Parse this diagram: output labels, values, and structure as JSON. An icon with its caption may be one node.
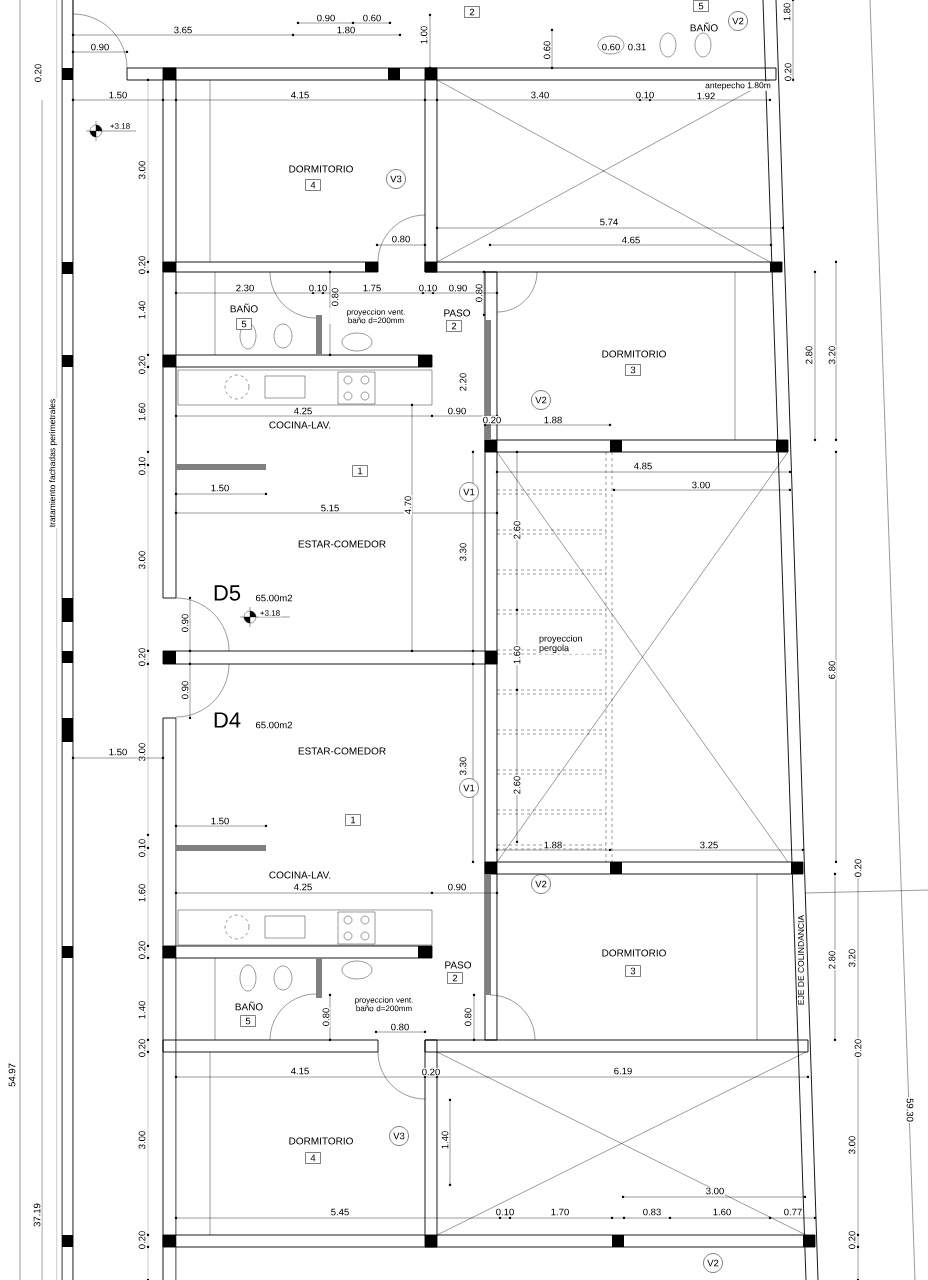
{
  "diagram": {
    "nodes": [
      {
        "text": [
          "2"
        ]
      },
      {
        "text": [
          "5"
        ]
      },
      {
        "text": [
          "V2"
        ]
      },
      {
        "text": [
          "V3"
        ]
      },
      {
        "text": [
          "4"
        ]
      },
      {
        "text": [
          "5"
        ]
      },
      {
        "text": [
          "2"
        ]
      },
      {
        "text": [
          "3"
        ]
      },
      {
        "text": [
          "V2"
        ]
      },
      {
        "text": [
          "1"
        ]
      },
      {
        "text": [
          "V1"
        ]
      },
      {
        "text": [
          "V1"
        ]
      },
      {
        "text": [
          "1"
        ]
      },
      {
        "text": [
          "V2"
        ]
      },
      {
        "text": [
          "3"
        ]
      },
      {
        "text": [
          "2"
        ]
      },
      {
        "text": [
          "5"
        ]
      },
      {
        "text": [
          "V3"
        ]
      },
      {
        "text": [
          "4"
        ]
      },
      {
        "text": [
          "V2"
        ]
      }
    ],
    "labels": [
      "0.90",
      "0.60",
      "3.65",
      "1.80",
      "1.00",
      "0.90",
      "0.60",
      "0.31",
      "0.60",
      "1.80",
      "BAÑO",
      "0.20",
      "0.20",
      "antepecho 1.80m",
      "1.50",
      "4.15",
      "3.40",
      "0.10",
      "1.92",
      "+3.18",
      "3.00",
      "DORMITORIO",
      "5.74",
      "0.80",
      "4.65",
      "0.20",
      "2.30",
      "0.10",
      "0.80",
      "1.75",
      "0.10",
      "0.90",
      "0.80",
      "BAÑO",
      "1.40",
      "proyeccion vent. baño d=200mm",
      "PASO",
      "DORMITORIO",
      "2.80",
      "3.20",
      "0.20",
      "2.20",
      "1.60",
      "4.25",
      "0.90",
      "0.20",
      "1.88",
      "COCINA-LAV.",
      "tratamiento fachadas perimetrales",
      "0.10",
      "4.85",
      "1.50",
      "3.00",
      "4.70",
      "5.15",
      "2.60",
      "ESTAR-COMEDOR",
      "3.30",
      "3.00",
      "D5",
      "65.00m2",
      "+3.18",
      "0.90",
      "proyeccion pergola",
      "0.20",
      "1.60",
      "6.80",
      "0.90",
      "D4",
      "65.00m2",
      "1.50",
      "3.00",
      "ESTAR-COMEDOR",
      "3.30",
      "2.60",
      "1.50",
      "0.10",
      "1.88",
      "3.25",
      "0.20",
      "COCINA-LAV.",
      "4.25",
      "0.90",
      "1.60",
      "EJE DE COLINDANCIA",
      "0.20",
      "DORMITORIO",
      "2.80",
      "3.20",
      "PASO",
      "proyeccion vent. baño d=200mm",
      "BAÑO",
      "1.40",
      "0.80",
      "0.80",
      "0.80",
      "0.20",
      "0.20",
      "4.15",
      "0.20",
      "6.19",
      "54.97",
      "59.30",
      "1.40",
      "DORMITORIO",
      "3.00",
      "3.00",
      "3.00",
      "5.45",
      "0.10",
      "1.70",
      "0.83",
      "1.60",
      "0.77",
      "37.19",
      "0.20",
      "0.20"
    ]
  }
}
